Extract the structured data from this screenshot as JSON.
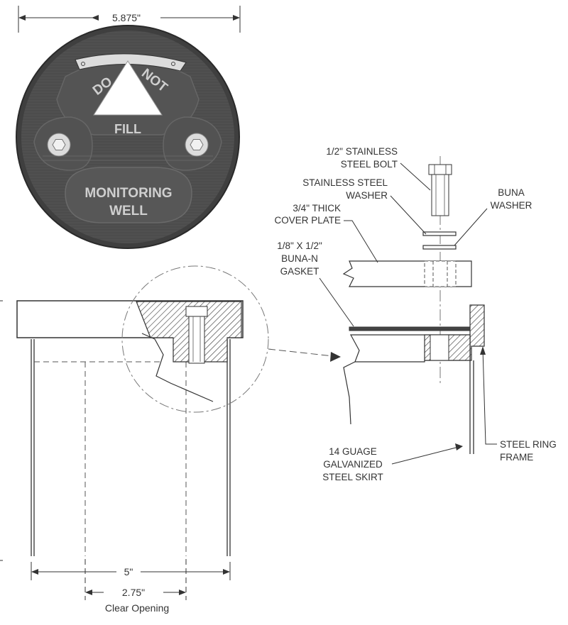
{
  "lid": {
    "text_do": "DO",
    "text_not": "NOT",
    "text_fill": "FILL",
    "text_monitoring": "MONITORING",
    "text_well": "WELL"
  },
  "dimensions": {
    "lid_diameter": "5.875\"",
    "skirt_diameter": "5\"",
    "clear_opening": "2.75\"",
    "clear_opening_caption": "Clear Opening"
  },
  "callouts": {
    "bolt": [
      "1/2\" STAINLESS",
      "STEEL BOLT"
    ],
    "ss_washer": [
      "STAINLESS STEEL",
      "WASHER"
    ],
    "buna_washer": [
      "BUNA",
      "WASHER"
    ],
    "cover_plate": [
      "3/4\" THICK",
      "COVER PLATE"
    ],
    "gasket": [
      "1/8\" X 1/2\"",
      "BUNA-N",
      "GASKET"
    ],
    "skirt": [
      "14 GUAGE",
      "GALVANIZED",
      "STEEL SKIRT"
    ],
    "ring_frame": [
      "STEEL RING",
      "FRAME"
    ]
  },
  "colors": {
    "lid_dark": "#4a4a4a",
    "lid_mid": "#5e5e5e",
    "lid_text": "#cfcfcf",
    "line": "#333333",
    "background": "#ffffff"
  }
}
